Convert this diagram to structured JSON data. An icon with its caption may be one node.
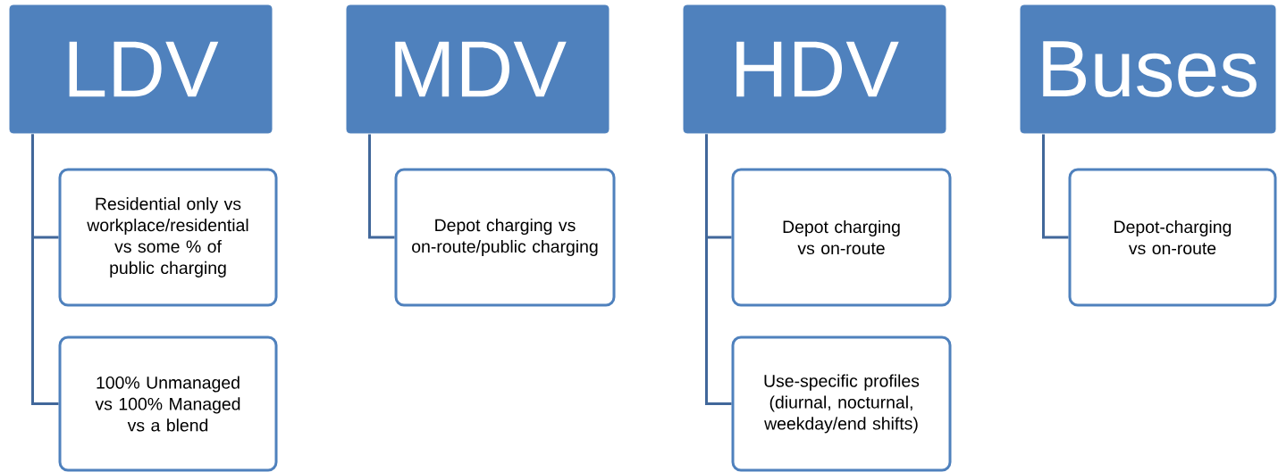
{
  "diagram": {
    "nodes": [
      {
        "text": [
          "LDV"
        ]
      },
      {
        "text": [
          "Residential only vs workplace/residential vs some % of public charging"
        ]
      },
      {
        "text": [
          "100% Unmanaged vs 100% Managed vs a blend"
        ]
      },
      {
        "text": [
          "MDV"
        ]
      },
      {
        "text": [
          "Depot charging vs on-route/public charging"
        ]
      },
      {
        "text": [
          "HDV"
        ]
      },
      {
        "text": [
          "Depot charging vs on-route"
        ]
      },
      {
        "text": [
          "Use-specific profiles (diurnal, nocturnal, weekday/end shifts)"
        ]
      },
      {
        "text": [
          "Buses"
        ]
      },
      {
        "text": [
          "Depot-charging vs on-route"
        ]
      }
    ],
    "edges": [
      {
        "from": 0,
        "to": 1,
        "arrow": "none"
      },
      {
        "from": 0,
        "to": 2,
        "arrow": "none"
      },
      {
        "from": 3,
        "to": 4,
        "arrow": "none"
      },
      {
        "from": 5,
        "to": 6,
        "arrow": "none"
      },
      {
        "from": 5,
        "to": 7,
        "arrow": "none"
      },
      {
        "from": 8,
        "to": 9,
        "arrow": "none"
      }
    ]
  }
}
